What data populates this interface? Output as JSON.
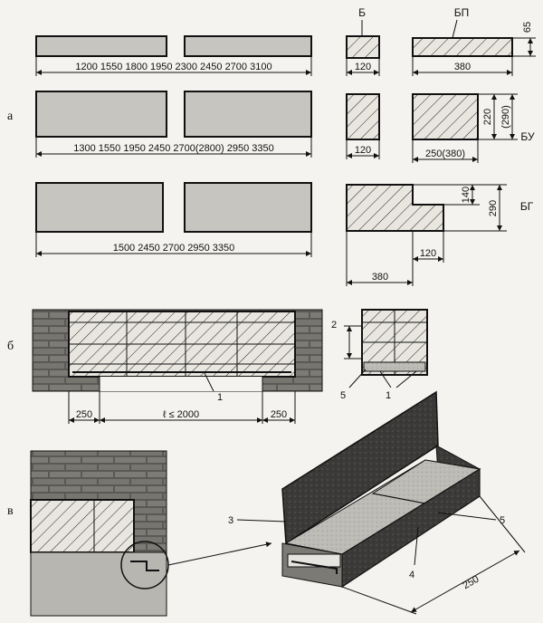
{
  "sections": {
    "a": "а",
    "b": "б",
    "v": "в"
  },
  "row1": {
    "lengths": "1200 1550 1800 1950 2300 2450 2700 3100"
  },
  "row2": {
    "lengths": "1300 1550 1950 2450 2700(2800) 2950 3350"
  },
  "row3": {
    "lengths": "1500 2450 2700 2950 3350"
  },
  "types": {
    "b": "Б",
    "bp": "БП",
    "bu": "БУ",
    "bg": "БГ"
  },
  "dims": {
    "b_w": "120",
    "bp_h": "65",
    "bp_w": "380",
    "bu_w1": "120",
    "bu_w2": "250(380)",
    "bu_h1": "220",
    "bu_h2": "(290)",
    "bg_h1": "140",
    "bg_h2": "290",
    "bg_w1": "120",
    "bg_w2": "380",
    "support1": "250",
    "span": "ℓ ≤ 2000",
    "support2": "250",
    "iso_w": "250"
  },
  "callouts": {
    "c1a": "1",
    "c1b": "1",
    "c2": "2",
    "c3": "3",
    "c4": "4",
    "c5a": "5",
    "c5b": "5"
  }
}
